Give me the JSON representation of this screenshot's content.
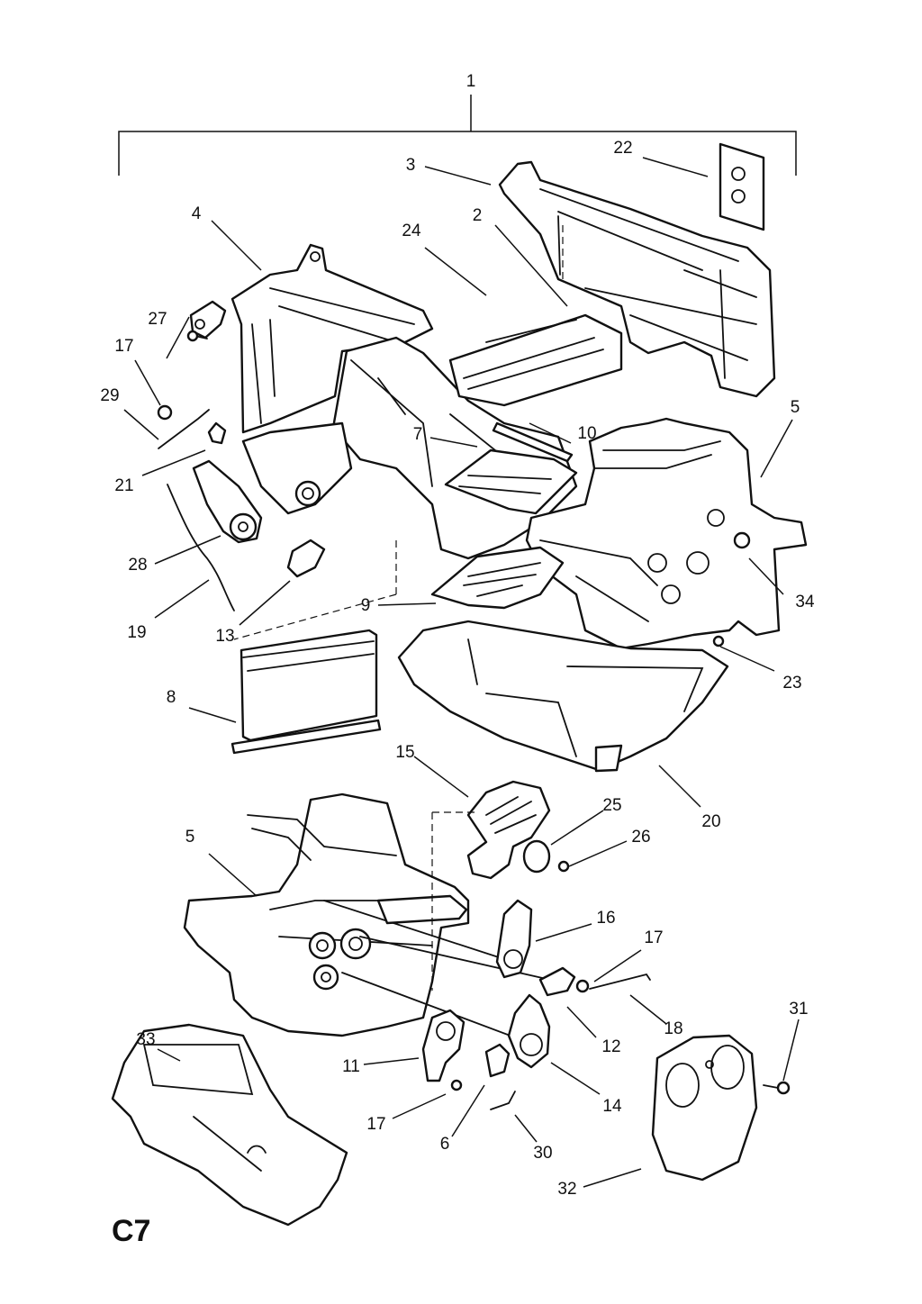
{
  "page_code": "C7",
  "callouts": [
    "1",
    "2",
    "3",
    "4",
    "5",
    "7",
    "8",
    "9",
    "10",
    "13",
    "15",
    "17",
    "19",
    "20",
    "21",
    "22",
    "23",
    "24",
    "25",
    "26",
    "27",
    "28",
    "29",
    "34",
    "5",
    "16",
    "17",
    "18",
    "12",
    "14",
    "11",
    "17",
    "6",
    "30",
    "31",
    "32",
    "33"
  ]
}
